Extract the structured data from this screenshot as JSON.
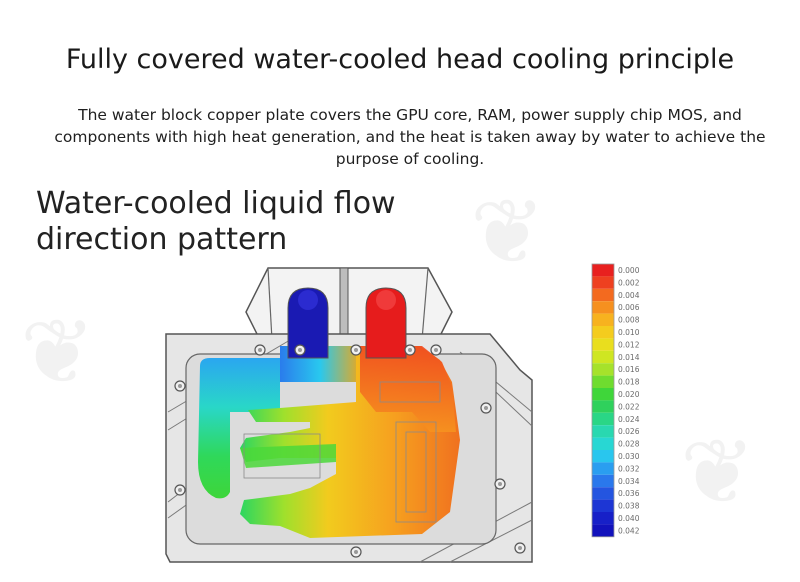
{
  "header": {
    "title": "Fully covered water-cooled head cooling principle",
    "description": "The water block copper plate covers the GPU core, RAM, power supply chip MOS, and components with high heat generation, and the heat is taken away by water to achieve the purpose of cooling."
  },
  "diagram": {
    "heading_line1": "Water-cooled liquid flow",
    "heading_line2": "direction pattern",
    "inlet_color": "#1a1ab3",
    "outlet_color": "#e61c1c"
  },
  "legend": {
    "labels": [
      "0.000",
      "0.002",
      "0.004",
      "0.006",
      "0.008",
      "0.010",
      "0.012",
      "0.014",
      "0.016",
      "0.018",
      "0.020",
      "0.022",
      "0.024",
      "0.026",
      "0.028",
      "0.030",
      "0.032",
      "0.034",
      "0.036",
      "0.038",
      "0.040",
      "0.042"
    ],
    "colors": [
      "#e8201f",
      "#ee4020",
      "#f36a1f",
      "#f6901f",
      "#f7b21f",
      "#f4cc1e",
      "#e9de1e",
      "#cfe622",
      "#a6e22b",
      "#6fdc2f",
      "#3fd63a",
      "#2fd15c",
      "#2ad686",
      "#29d8b0",
      "#28d7d3",
      "#29c6ee",
      "#2a9ef0",
      "#2a78ec",
      "#2455e0",
      "#1d36d4",
      "#1720c8",
      "#1212bc"
    ]
  }
}
